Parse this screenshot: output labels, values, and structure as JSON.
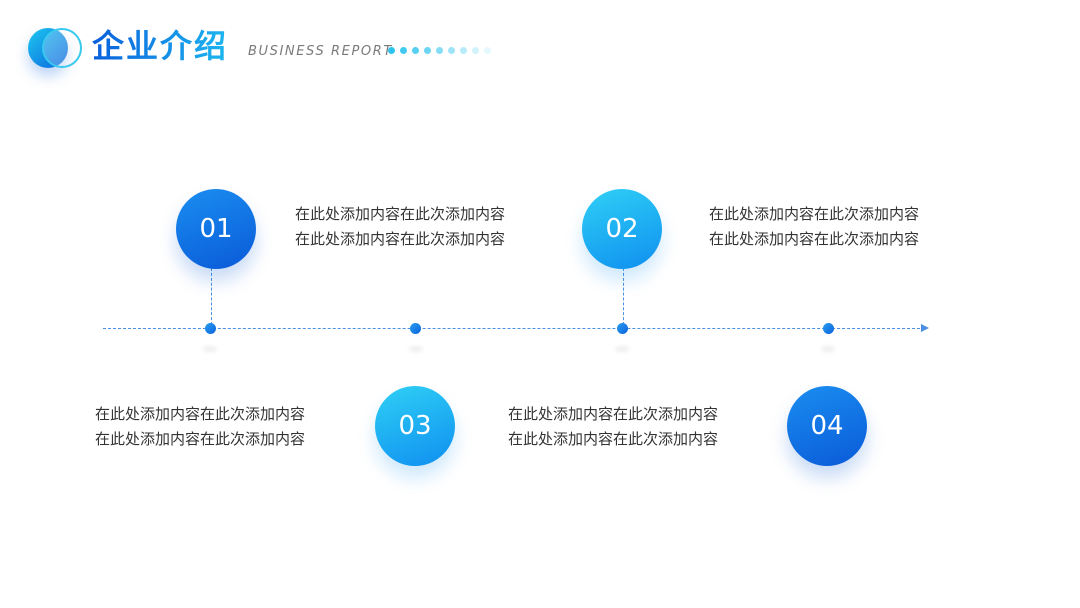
{
  "header": {
    "title": "企业介绍",
    "subtitle": "BUSINESS REPORT",
    "logo_icon": "overlapping-circles-icon",
    "colors": {
      "primary": "#0a62dd",
      "accent": "#2cc3ee"
    }
  },
  "steps": [
    {
      "number": "01",
      "lines": [
        "在此处添加内容在此次添加内容",
        "在此处添加内容在此次添加内容"
      ]
    },
    {
      "number": "02",
      "lines": [
        "在此处添加内容在此次添加内容",
        "在此处添加内容在此次添加内容"
      ]
    },
    {
      "number": "03",
      "lines": [
        "在此处添加内容在此次添加内容",
        "在此处添加内容在此次添加内容"
      ]
    },
    {
      "number": "04",
      "lines": [
        "在此处添加内容在此次添加内容",
        "在此处添加内容在此次添加内容"
      ]
    }
  ]
}
